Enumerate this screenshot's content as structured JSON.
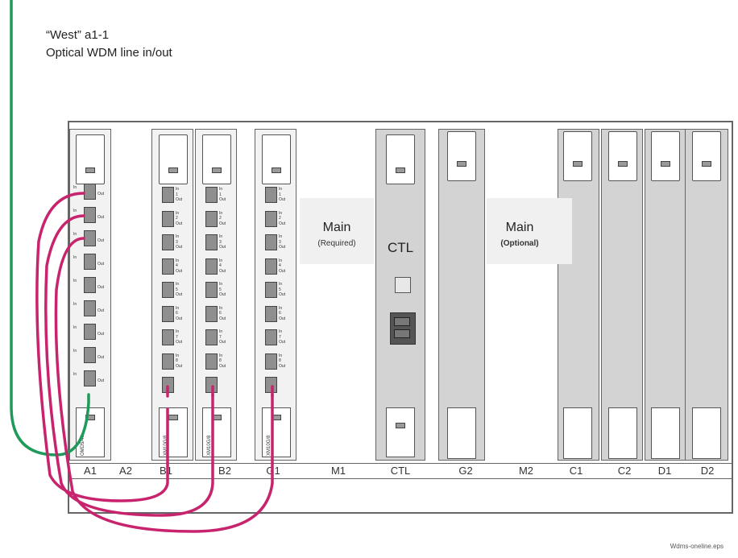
{
  "annotation": {
    "line1": "“West” a1-1",
    "line2": "Optical WDM line in/out"
  },
  "slots": [
    "A1",
    "A2",
    "B1",
    "B2",
    "G1",
    "M1",
    "CTL",
    "G2",
    "M2",
    "C1",
    "C2",
    "D1",
    "D2"
  ],
  "cards": {
    "a1_name": "OMD5/40",
    "b1_name": "XM10G/8",
    "b2_name": "XM10G/8",
    "g1_name": "XM10G/8"
  },
  "a1_port_labels": [
    "In",
    "Out",
    "In",
    "Out",
    "In",
    "Out",
    "In",
    "Out",
    "In",
    "Out",
    "In",
    "Out",
    "In",
    "Out",
    "In",
    "Out",
    "In",
    "Out"
  ],
  "module_port_labels": [
    [
      "In",
      "1",
      "Out"
    ],
    [
      "In",
      "2",
      "Out"
    ],
    [
      "In",
      "3",
      "Out"
    ],
    [
      "In",
      "4",
      "Out"
    ],
    [
      "In",
      "5",
      "Out"
    ],
    [
      "In",
      "6",
      "Out"
    ],
    [
      "In",
      "7",
      "Out"
    ],
    [
      "In",
      "8",
      "Out"
    ]
  ],
  "main_required": {
    "title": "Main",
    "subtitle": "(Required)"
  },
  "main_optional": {
    "title": "Main",
    "subtitle": "(Optional)"
  },
  "ctl_label": "CTL",
  "footer": "Wdms-oneline.eps",
  "colors": {
    "fiber_green": "#1f9a5a",
    "fiber_magenta": "#c8246e",
    "chassis_line": "#666666",
    "card_shade": "#d3d3d3"
  }
}
